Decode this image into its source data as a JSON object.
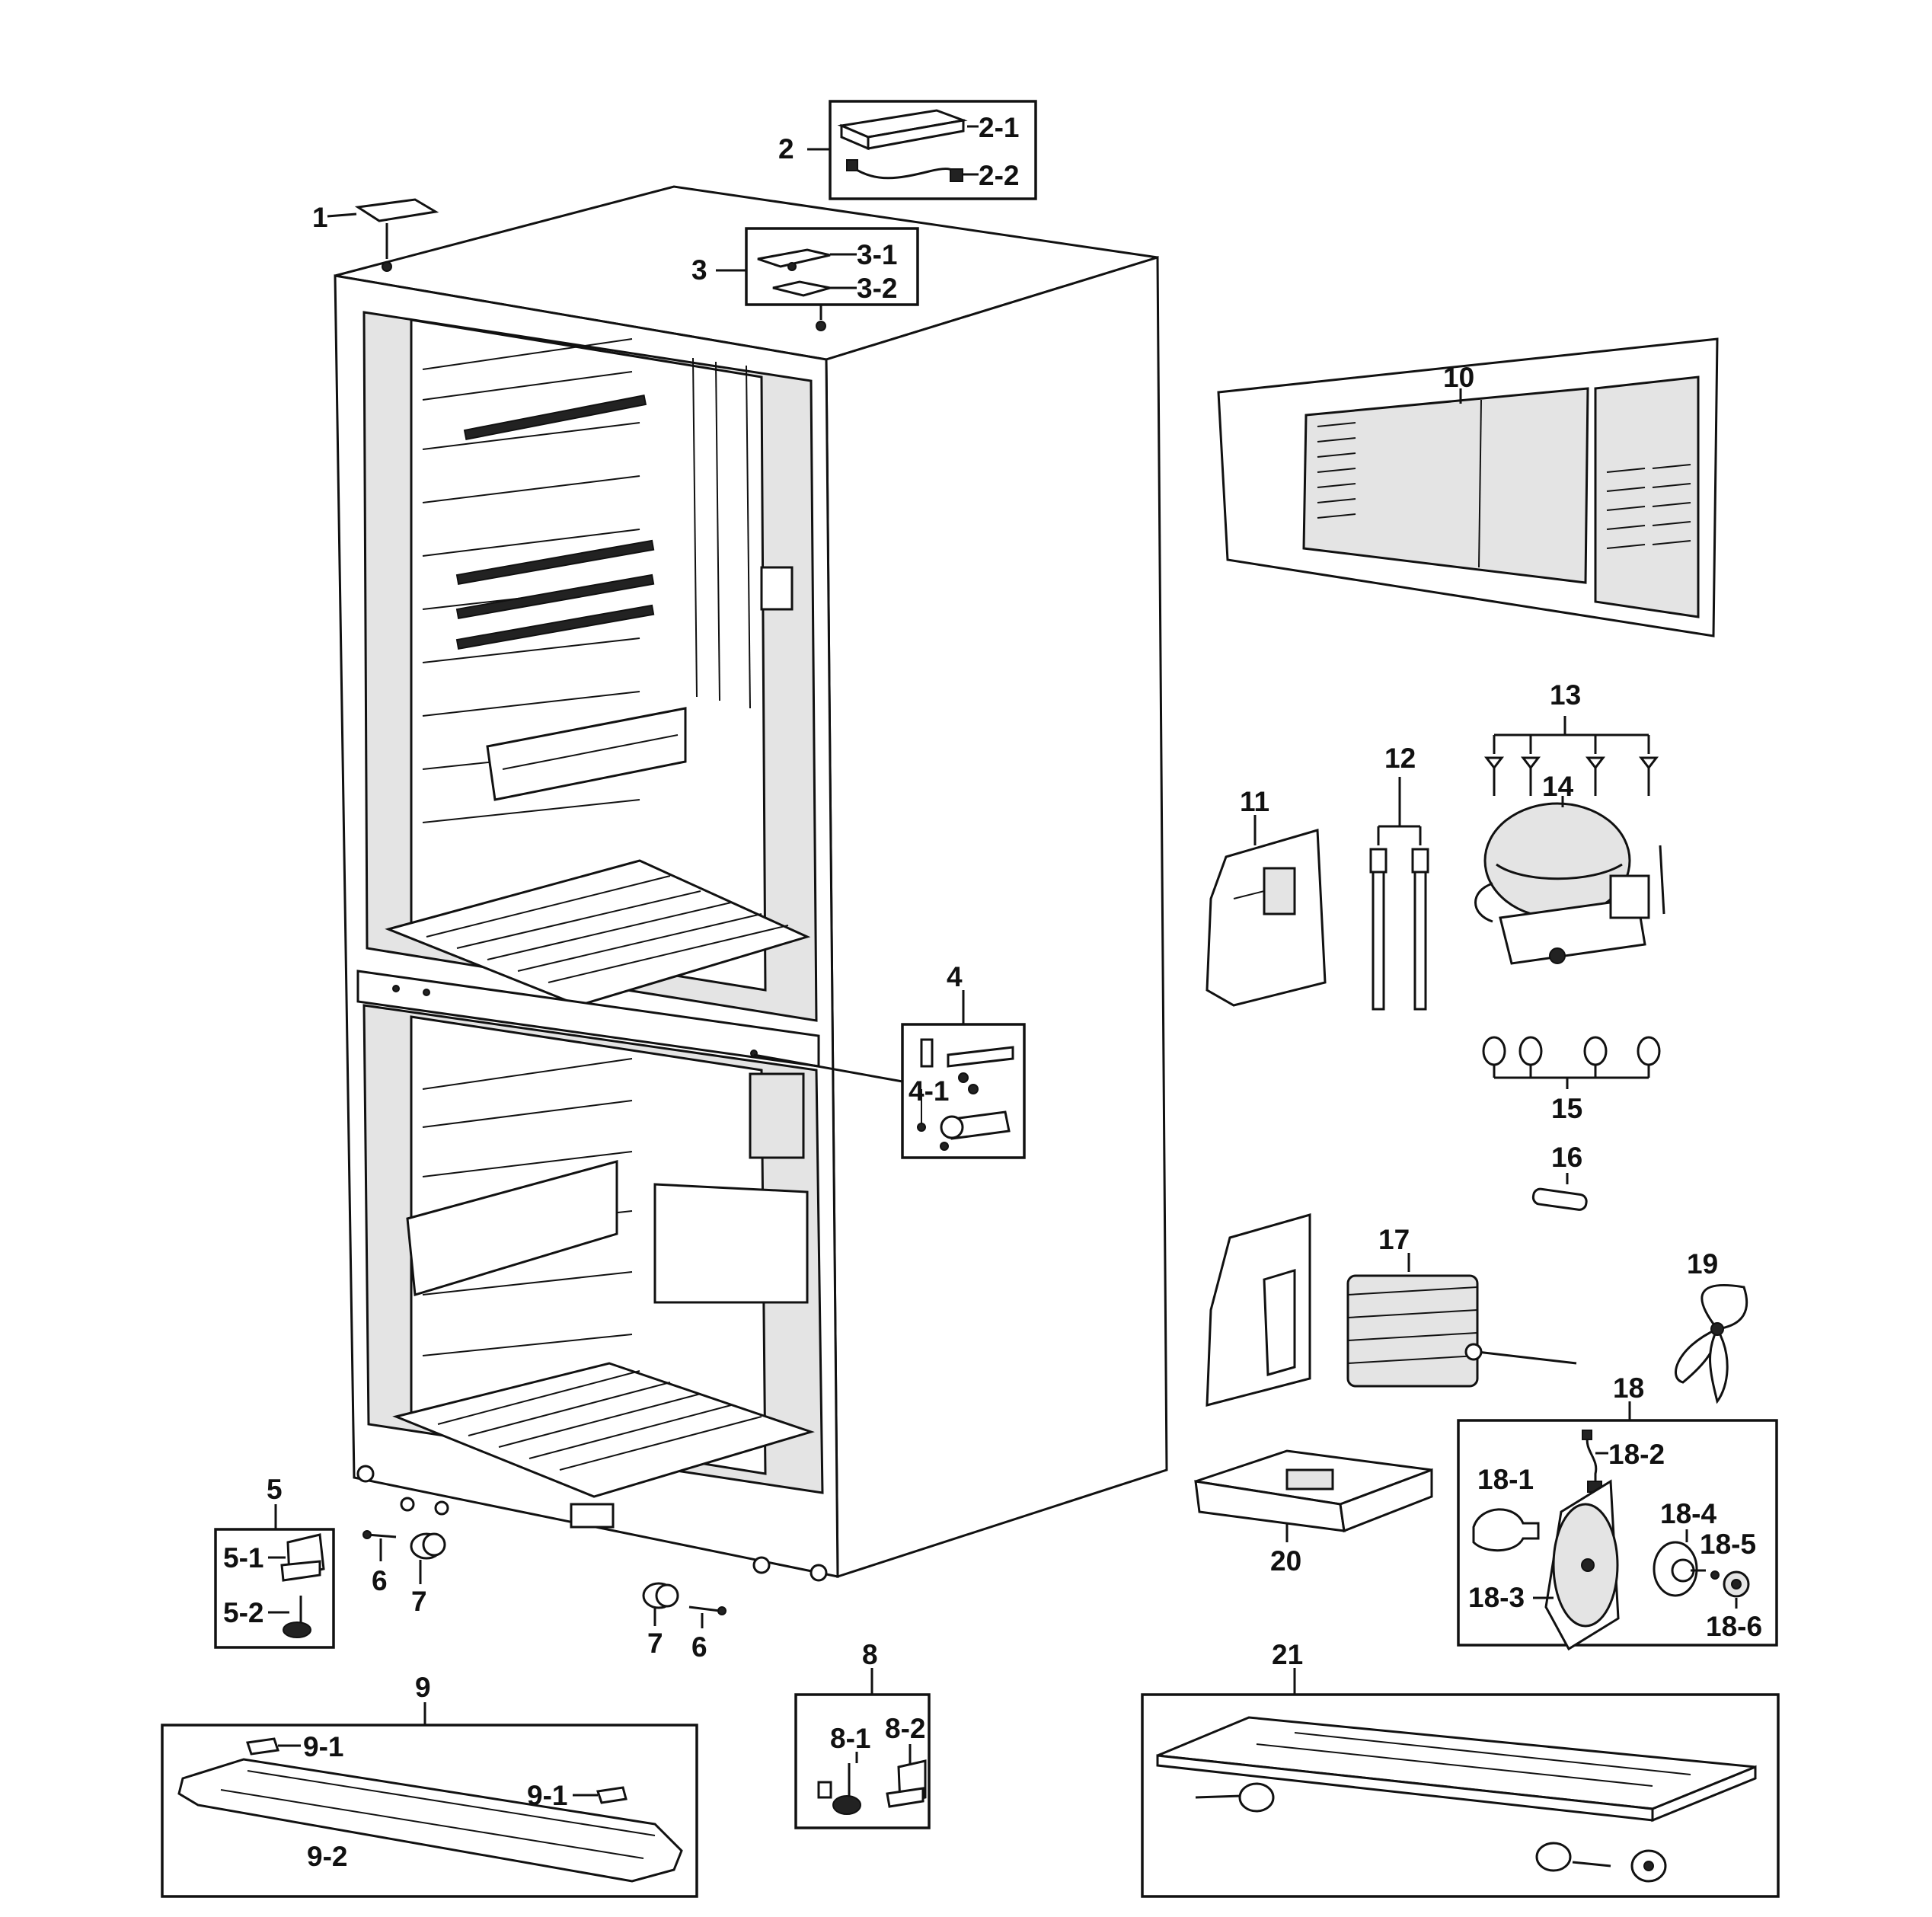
{
  "labels": {
    "l1": "1",
    "l2": "2",
    "l2_1": "2-1",
    "l2_2": "2-2",
    "l3": "3",
    "l3_1": "3-1",
    "l3_2": "3-2",
    "l4": "4",
    "l4_1": "4-1",
    "l5": "5",
    "l5_1": "5-1",
    "l5_2": "5-2",
    "l6a": "6",
    "l6b": "6",
    "l7a": "7",
    "l7b": "7",
    "l8": "8",
    "l8_1": "8-1",
    "l8_2": "8-2",
    "l9": "9",
    "l9_1a": "9-1",
    "l9_1b": "9-1",
    "l9_2": "9-2",
    "l10": "10",
    "l11": "11",
    "l12": "12",
    "l13": "13",
    "l14": "14",
    "l15": "15",
    "l16": "16",
    "l17": "17",
    "l18": "18",
    "l18_1": "18-1",
    "l18_2": "18-2",
    "l18_3": "18-3",
    "l18_4": "18-4",
    "l18_5": "18-5",
    "l18_6": "18-6",
    "l19": "19",
    "l20": "20",
    "l21": "21"
  }
}
